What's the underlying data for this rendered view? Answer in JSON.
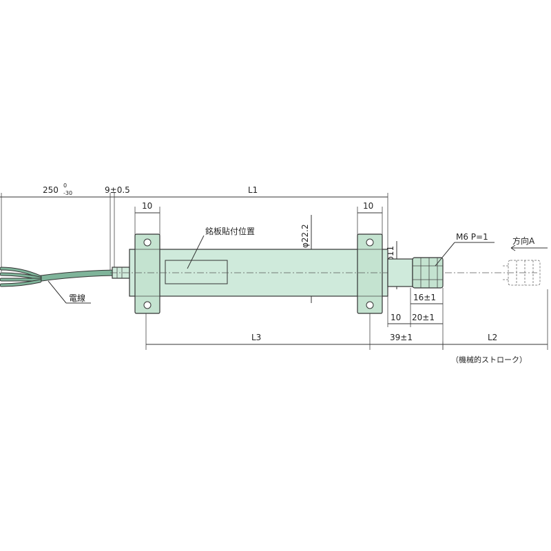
{
  "labels": {
    "cable_length": "250",
    "cable_tolerance_upper": "0",
    "cable_tolerance_lower": "-30",
    "boot_offset": "9±0.5",
    "l1": "L1",
    "clamp_width_left": "10",
    "clamp_width_right": "10",
    "nameplate_position": "銘板貼付位置",
    "body_diameter": "φ22.2",
    "rod_diameter": "φ11",
    "thread_spec": "M6 P=1",
    "direction_a": "方向A",
    "cable": "電線",
    "rod_end_length": "16±1",
    "rod_extension": "20±1",
    "clamp_gap": "10",
    "l3": "L3",
    "rod_offset": "39±1",
    "l2": "L2",
    "mechanical_stroke": "（機械的ストローク）"
  },
  "colors": {
    "body_fill": "#cfeadb",
    "cable": "#7fb49a",
    "line": "#333333"
  }
}
